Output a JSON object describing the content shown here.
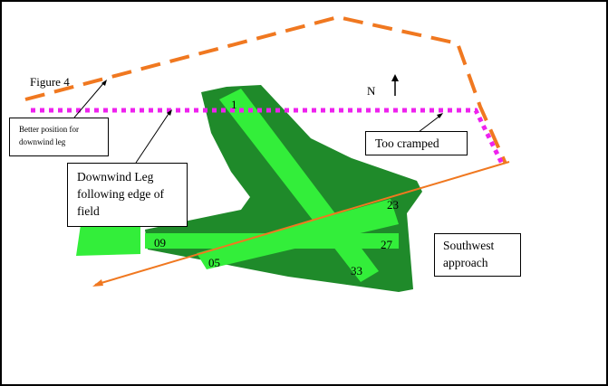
{
  "figure": {
    "label": "Figure 4"
  },
  "compass": {
    "label": "N"
  },
  "callouts": {
    "better_position": "Better position for downwind leg",
    "downwind_leg": "Downwind Leg following edge of field",
    "too_cramped": "Too cramped",
    "southwest_approach": "Southwest approach"
  },
  "runway_labels": {
    "r01": "1",
    "r19": "",
    "r23": "23",
    "r27": "27",
    "r09": "09",
    "r05": "05",
    "r33": "33"
  },
  "colors": {
    "field": "#1f8a2a",
    "runway": "#33ee3a",
    "dashed_boundary": "#f07820",
    "downwind_path": "#ee22ee",
    "approach_line": "#f07820",
    "outline": "#000000"
  }
}
